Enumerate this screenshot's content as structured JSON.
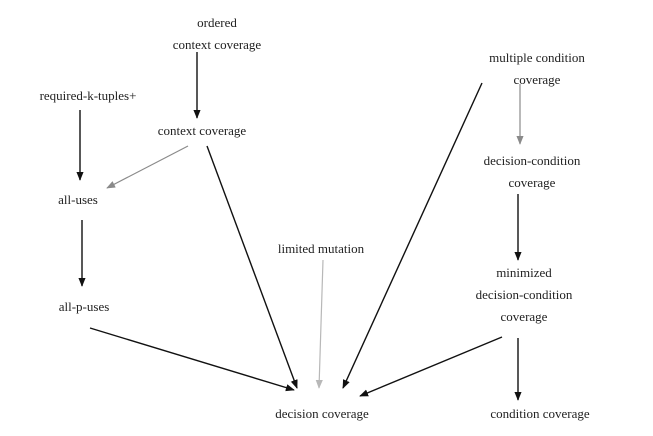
{
  "nodes": {
    "ordered_context_coverage": [
      "ordered",
      "context coverage"
    ],
    "required_k_tuples": [
      "required-k-tuples+"
    ],
    "context_coverage": [
      "context coverage"
    ],
    "all_uses": [
      "all-uses"
    ],
    "all_p_uses": [
      "all-p-uses"
    ],
    "limited_mutation": [
      "limited mutation"
    ],
    "decision_coverage": [
      "decision coverage"
    ],
    "multiple_condition_coverage": [
      "multiple condition",
      "coverage"
    ],
    "decision_condition_coverage": [
      "decision-condition",
      "coverage"
    ],
    "minimized_decision_condition_coverage": [
      "minimized",
      "decision-condition",
      "coverage"
    ],
    "condition_coverage": [
      "condition coverage"
    ]
  },
  "edges": [
    {
      "from": "ordered_context_coverage",
      "to": "context_coverage",
      "style": "dark"
    },
    {
      "from": "required_k_tuples",
      "to": "all_uses",
      "style": "dark"
    },
    {
      "from": "context_coverage",
      "to": "all_uses",
      "style": "gray"
    },
    {
      "from": "context_coverage",
      "to": "decision_coverage",
      "style": "dark"
    },
    {
      "from": "all_uses",
      "to": "all_p_uses",
      "style": "dark"
    },
    {
      "from": "all_p_uses",
      "to": "decision_coverage",
      "style": "dark"
    },
    {
      "from": "limited_mutation",
      "to": "decision_coverage",
      "style": "light"
    },
    {
      "from": "multiple_condition_coverage",
      "to": "decision_coverage",
      "style": "dark"
    },
    {
      "from": "multiple_condition_coverage",
      "to": "decision_condition_coverage",
      "style": "gray"
    },
    {
      "from": "decision_condition_coverage",
      "to": "minimized_decision_condition_coverage",
      "style": "dark"
    },
    {
      "from": "minimized_decision_condition_coverage",
      "to": "decision_coverage",
      "style": "dark"
    },
    {
      "from": "minimized_decision_condition_coverage",
      "to": "condition_coverage",
      "style": "dark"
    }
  ],
  "colors": {
    "dark": "#111111",
    "gray": "#8a8a8a",
    "light": "#b8b8b8",
    "text": "#222222"
  }
}
